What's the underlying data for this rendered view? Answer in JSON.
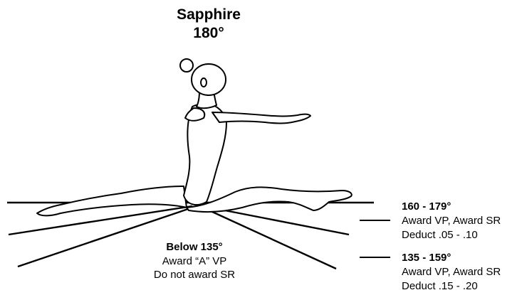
{
  "title": {
    "name": "Sapphire",
    "angle": "180°"
  },
  "zones": [
    {
      "range": "160 - 179°",
      "line1": "Award VP, Award SR",
      "line2": "Deduct .05 - .10"
    },
    {
      "range": "135 - 159°",
      "line1": "Award VP, Award SR",
      "line2": "Deduct .15 - .20"
    },
    {
      "range": "Below 135°",
      "line1": "Award “A” VP",
      "line2": "Do not award SR"
    }
  ],
  "figure": {
    "subject": "gymnast-split-leap-illustration",
    "line_color": "#000000"
  }
}
